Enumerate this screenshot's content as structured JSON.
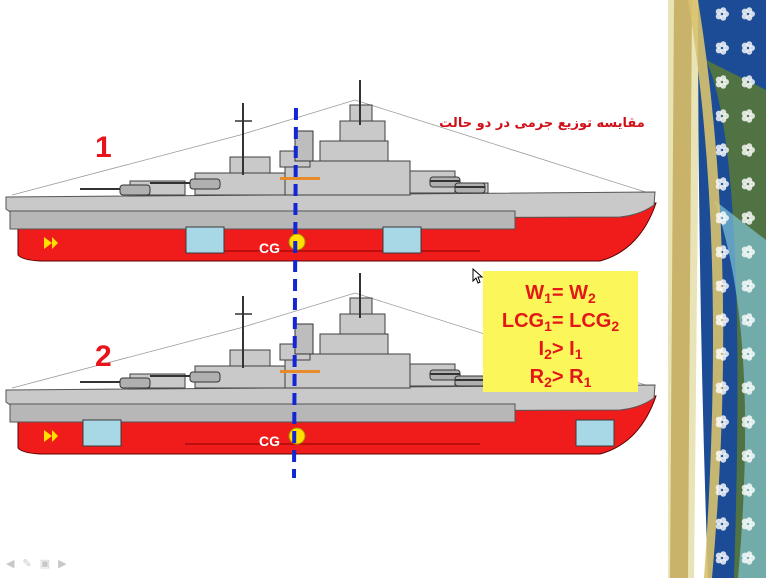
{
  "slide": {
    "title": "مقایسه توزیع جرمی در دو حالت",
    "ships": [
      {
        "number": "1",
        "cg_label": "CG"
      },
      {
        "number": "2",
        "cg_label": "CG"
      }
    ],
    "formulas": [
      {
        "a": "W",
        "a_sub": "1",
        "op": "=",
        "b": "W",
        "b_sub": "2"
      },
      {
        "a": "LCG",
        "a_sub": "1",
        "op": "=",
        "b": "LCG",
        "b_sub": "2"
      },
      {
        "a": "I",
        "a_sub": "2",
        "op": ">",
        "b": "I",
        "b_sub": "1"
      },
      {
        "a": "R",
        "a_sub": "2",
        "op": ">",
        "b": "R",
        "b_sub": "1"
      }
    ]
  },
  "colors": {
    "hull_red": "#f01c1c",
    "superstructure_gray": "#c9c9c9",
    "window_blue": "#a8d8e6",
    "cg_marker": "#ffe000",
    "cg_line": "#1226d6",
    "title_red": "#d01018",
    "formula_box": "#fbf75a",
    "deco_blue": "#1c4c96",
    "deco_green": "#5a7a36"
  },
  "icons": {
    "player": [
      "back-icon",
      "pen-icon",
      "slides-icon",
      "next-icon"
    ],
    "cursor": "mouse-pointer-icon"
  }
}
